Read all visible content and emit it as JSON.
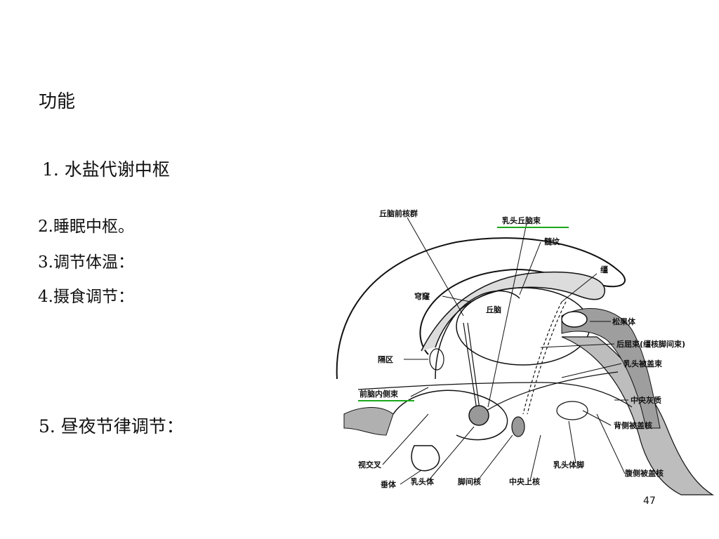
{
  "slide": {
    "heading": "功能",
    "items": [
      "1. 水盐代谢中枢",
      "2.睡眠中枢。",
      "3.调节体温：",
      "4.摄食调节：",
      "5. 昼夜节律调节："
    ],
    "page_number": "47"
  },
  "figure": {
    "labels": {
      "thalamic_anterior_nuclei": "丘脑前核群",
      "mammillothalamic_tract": "乳头丘脑束",
      "stria_medullaris": "髓纹",
      "habenula": "缰",
      "fornix": "穹窿",
      "thalamus": "丘脑",
      "pineal_body": "松果体",
      "fasciculus_retroflexus": "后屈束(缰核脚间束)",
      "septum": "隔区",
      "mammillotegmental_tract": "乳头被盖束",
      "medial_forebrain_bundle": "前脑内侧束",
      "central_gray": "中央灰质",
      "dorsal_tegmental_nucleus": "背侧被盖核",
      "optic_chiasm": "视交叉",
      "mammillary_peduncle": "乳头体脚",
      "ventral_tegmental_nucleus": "腹侧被盖核",
      "hypophysis": "垂体",
      "mammillary_body": "乳头体",
      "interpeduncular_nucleus": "脚间核",
      "superior_central_nucleus": "中央上核"
    },
    "highlight_color": "#1aa81a"
  }
}
